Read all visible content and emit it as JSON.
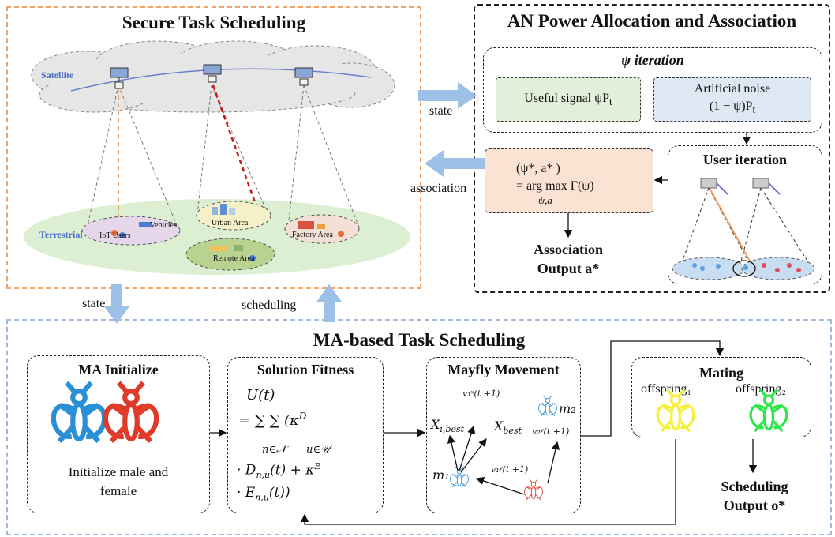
{
  "top_left": {
    "title": "Secure Task Scheduling",
    "satellite_label": "Satellite",
    "terrestrial_label": "Terrestrial",
    "areas": {
      "iot_users": "IoT Users",
      "vehicles": "Vehicles",
      "urban": "Urban Area",
      "factory": "Factory Area",
      "remote": "Remote Area"
    }
  },
  "top_right": {
    "title": "AN Power Allocation and Association",
    "psi_iteration": "ψ iteration",
    "useful_signal": "Useful signal ψP",
    "useful_signal_sub": "t",
    "artificial_noise": "Artificial noise",
    "artificial_noise_expr": "(1 − ψ)P",
    "artificial_noise_sub": "t",
    "opt_line1": "(ψ*, a* )",
    "opt_line2": "= arg max Γ(ψ)",
    "opt_under": "ψ,a",
    "user_iteration": "User iteration",
    "assoc_output_1": "Association",
    "assoc_output_2": "Output a*"
  },
  "arrows": {
    "state_right": "state",
    "association": "association",
    "state_down": "state",
    "scheduling": "scheduling"
  },
  "bottom": {
    "title": "MA-based Task Scheduling",
    "ma_init_title": "MA Initialize",
    "ma_init_text_1": "Initialize male and",
    "ma_init_text_2": "female",
    "fitness_title": "Solution Fitness",
    "fitness_l1": "U(t)",
    "fitness_l2": "= ∑ ∑ (κ",
    "fitness_l2_sup": "D",
    "fitness_sum_sub1": "n∈𝒩",
    "fitness_sum_sub2": "u∈𝒰",
    "fitness_l3": "· D",
    "fitness_l3_sub": "n,u",
    "fitness_l3_rest": "(t) + κ",
    "fitness_l3_sup": "E",
    "fitness_l4": "· E",
    "fitness_l4_sub": "n,u",
    "fitness_l4_rest": "(t))",
    "mayfly_title": "Mayfly Movement",
    "mf_v1x": "v₁ˣ(t +1)",
    "mf_xibest": "X",
    "mf_xibest_sub": "i,best",
    "mf_xbest": "X",
    "mf_xbest_sub": "best",
    "mf_m2": "m₂",
    "mf_v2y": "v₂ʸ(t +1)",
    "mf_m1": "m₁",
    "mf_v1y": "v₁ʸ(t +1)",
    "mating_title": "Mating",
    "offspring1": "offspring₁",
    "offspring2": "offspring₂",
    "sched_output_1": "Scheduling",
    "sched_output_2": "Output o*"
  },
  "colors": {
    "orange_border": "#f2a36a",
    "blue_border": "#9fb8d8",
    "useful_fill": "#e2efd9",
    "noise_fill": "#dde8f3",
    "opt_fill": "#fbe3d4",
    "arrow_blue": "#9cc0e6",
    "mayfly_blue": "#2b8fd6",
    "mayfly_red": "#e03a2a",
    "mayfly_yellow": "#f5f03a",
    "mayfly_green": "#2ee84a"
  }
}
